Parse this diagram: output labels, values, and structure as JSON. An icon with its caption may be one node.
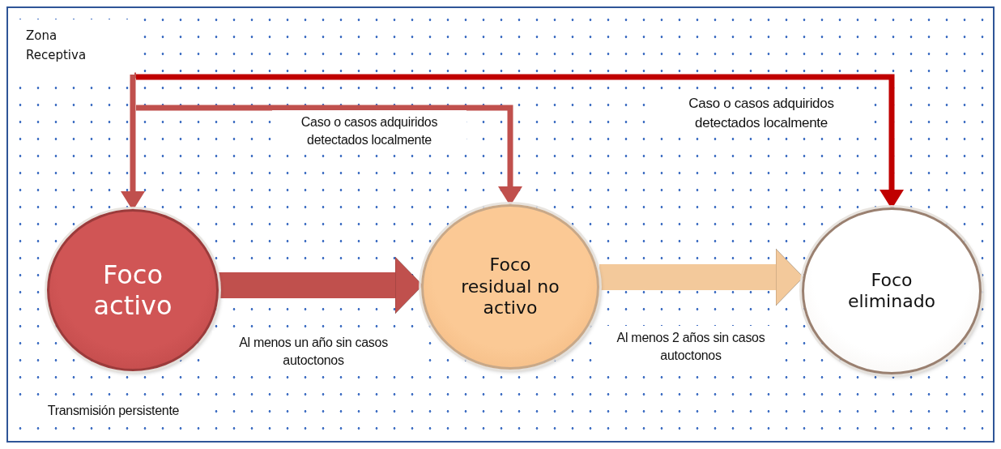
{
  "diagram": {
    "nodes": [
      {
        "text": [
          "Zona Receptiva"
        ]
      },
      {
        "text": [
          "Foco activo"
        ],
        "beside": [
          "Transmisión persistente"
        ]
      },
      {
        "text": [
          "Foco residual no activo"
        ]
      },
      {
        "text": [
          "Foco eliminado"
        ]
      }
    ],
    "edges": [
      {
        "from": 0,
        "to": 1,
        "arrow": "to"
      },
      {
        "from": 0,
        "to": 2,
        "arrow": "to",
        "label": "Caso o casos adquiridos detectados localmente"
      },
      {
        "from": 0,
        "to": 3,
        "arrow": "to",
        "label": "Caso o casos adquiridos detectados localmente",
        "color": "#c00000"
      },
      {
        "from": 1,
        "to": 2,
        "arrow": "to",
        "label": "Al menos un año sin casos autoctonos",
        "style": "thick"
      },
      {
        "from": 2,
        "to": 3,
        "arrow": "to",
        "label": "Al menos 2 años sin casos autoctonos",
        "style": "thick",
        "color": "#f3c99b"
      }
    ]
  }
}
